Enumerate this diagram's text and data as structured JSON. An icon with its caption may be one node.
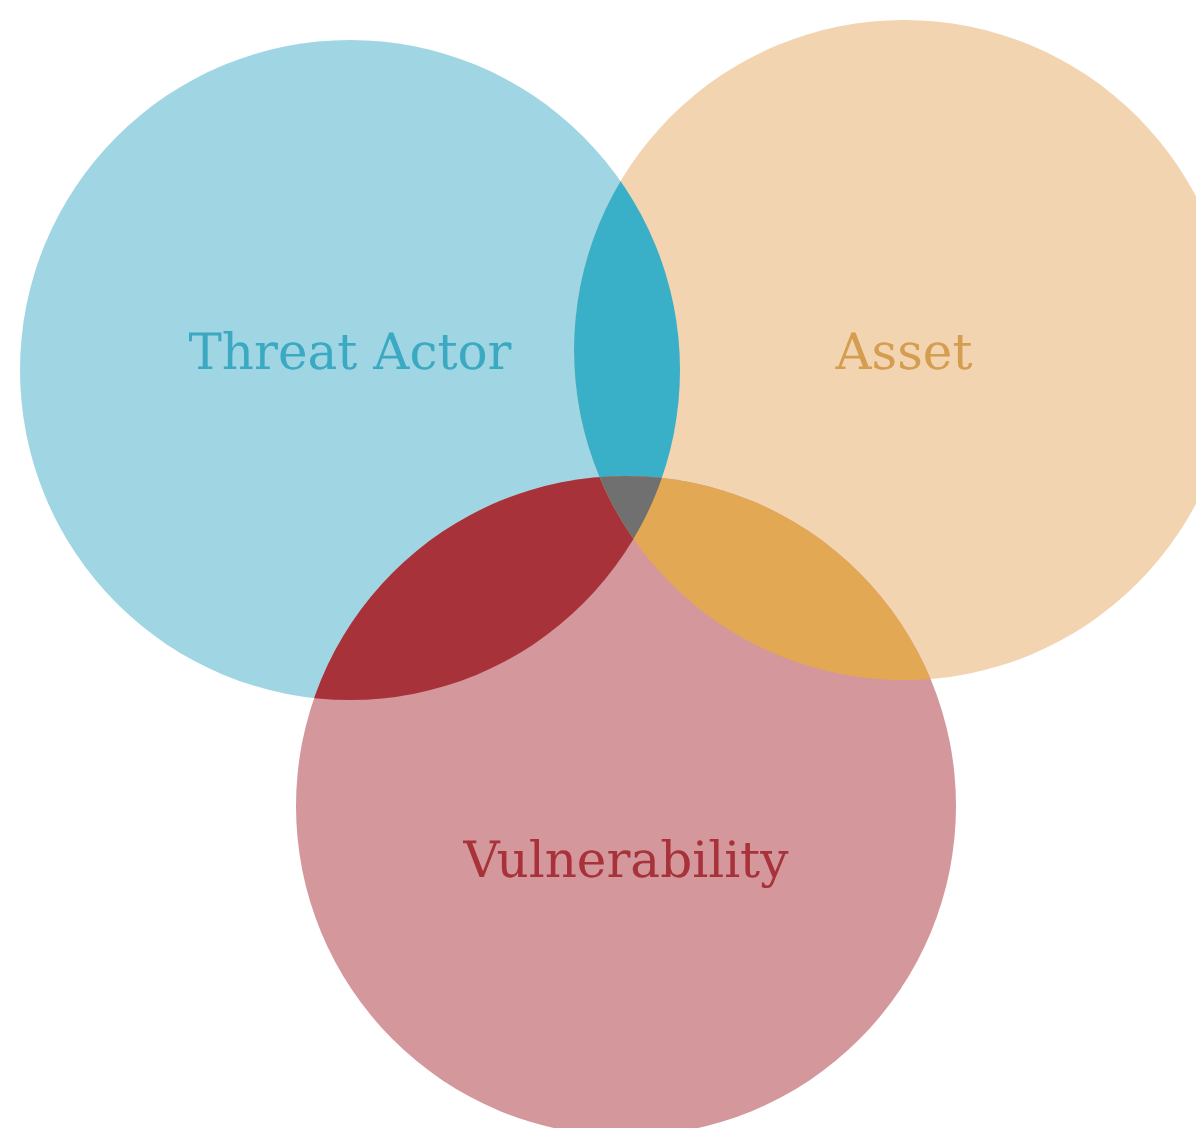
{
  "diagram": {
    "nodes": [
      {
        "text": [
          "Threat Actor"
        ]
      },
      {
        "text": [
          "Asset"
        ]
      },
      {
        "text": [
          "Vulnerability"
        ]
      }
    ]
  }
}
